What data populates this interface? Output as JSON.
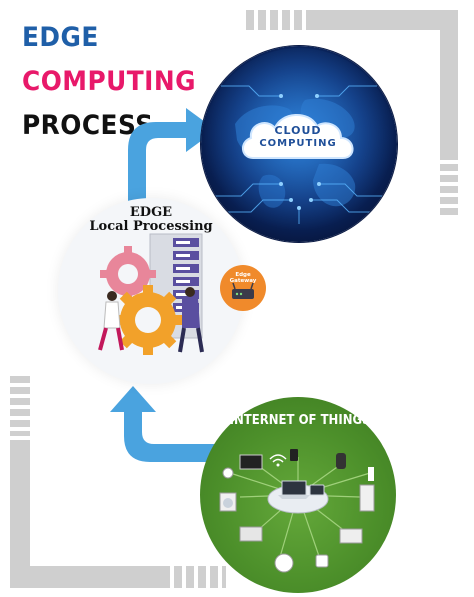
{
  "title": {
    "line1": "EDGE",
    "line2": "COMPUTING",
    "line3": "PROCESS"
  },
  "cloud": {
    "line1": "CLOUD",
    "line2": "COMPUTING"
  },
  "edge": {
    "line1": "EDGE",
    "line2": "Local Processing"
  },
  "gateway": {
    "line1": "Edge",
    "line2": "Gateway"
  },
  "iot": {
    "title": "INTERNET OF THINGS"
  },
  "colors": {
    "title_blue": "#1f5fa8",
    "title_pink": "#e8196a",
    "title_black": "#111111",
    "arrow_blue": "#4aa3df",
    "frame_gray": "#cfcfcf",
    "cloud_navy": "#0c2e72",
    "iot_green": "#4c8f2a",
    "gateway_orange": "#f08a2b"
  }
}
